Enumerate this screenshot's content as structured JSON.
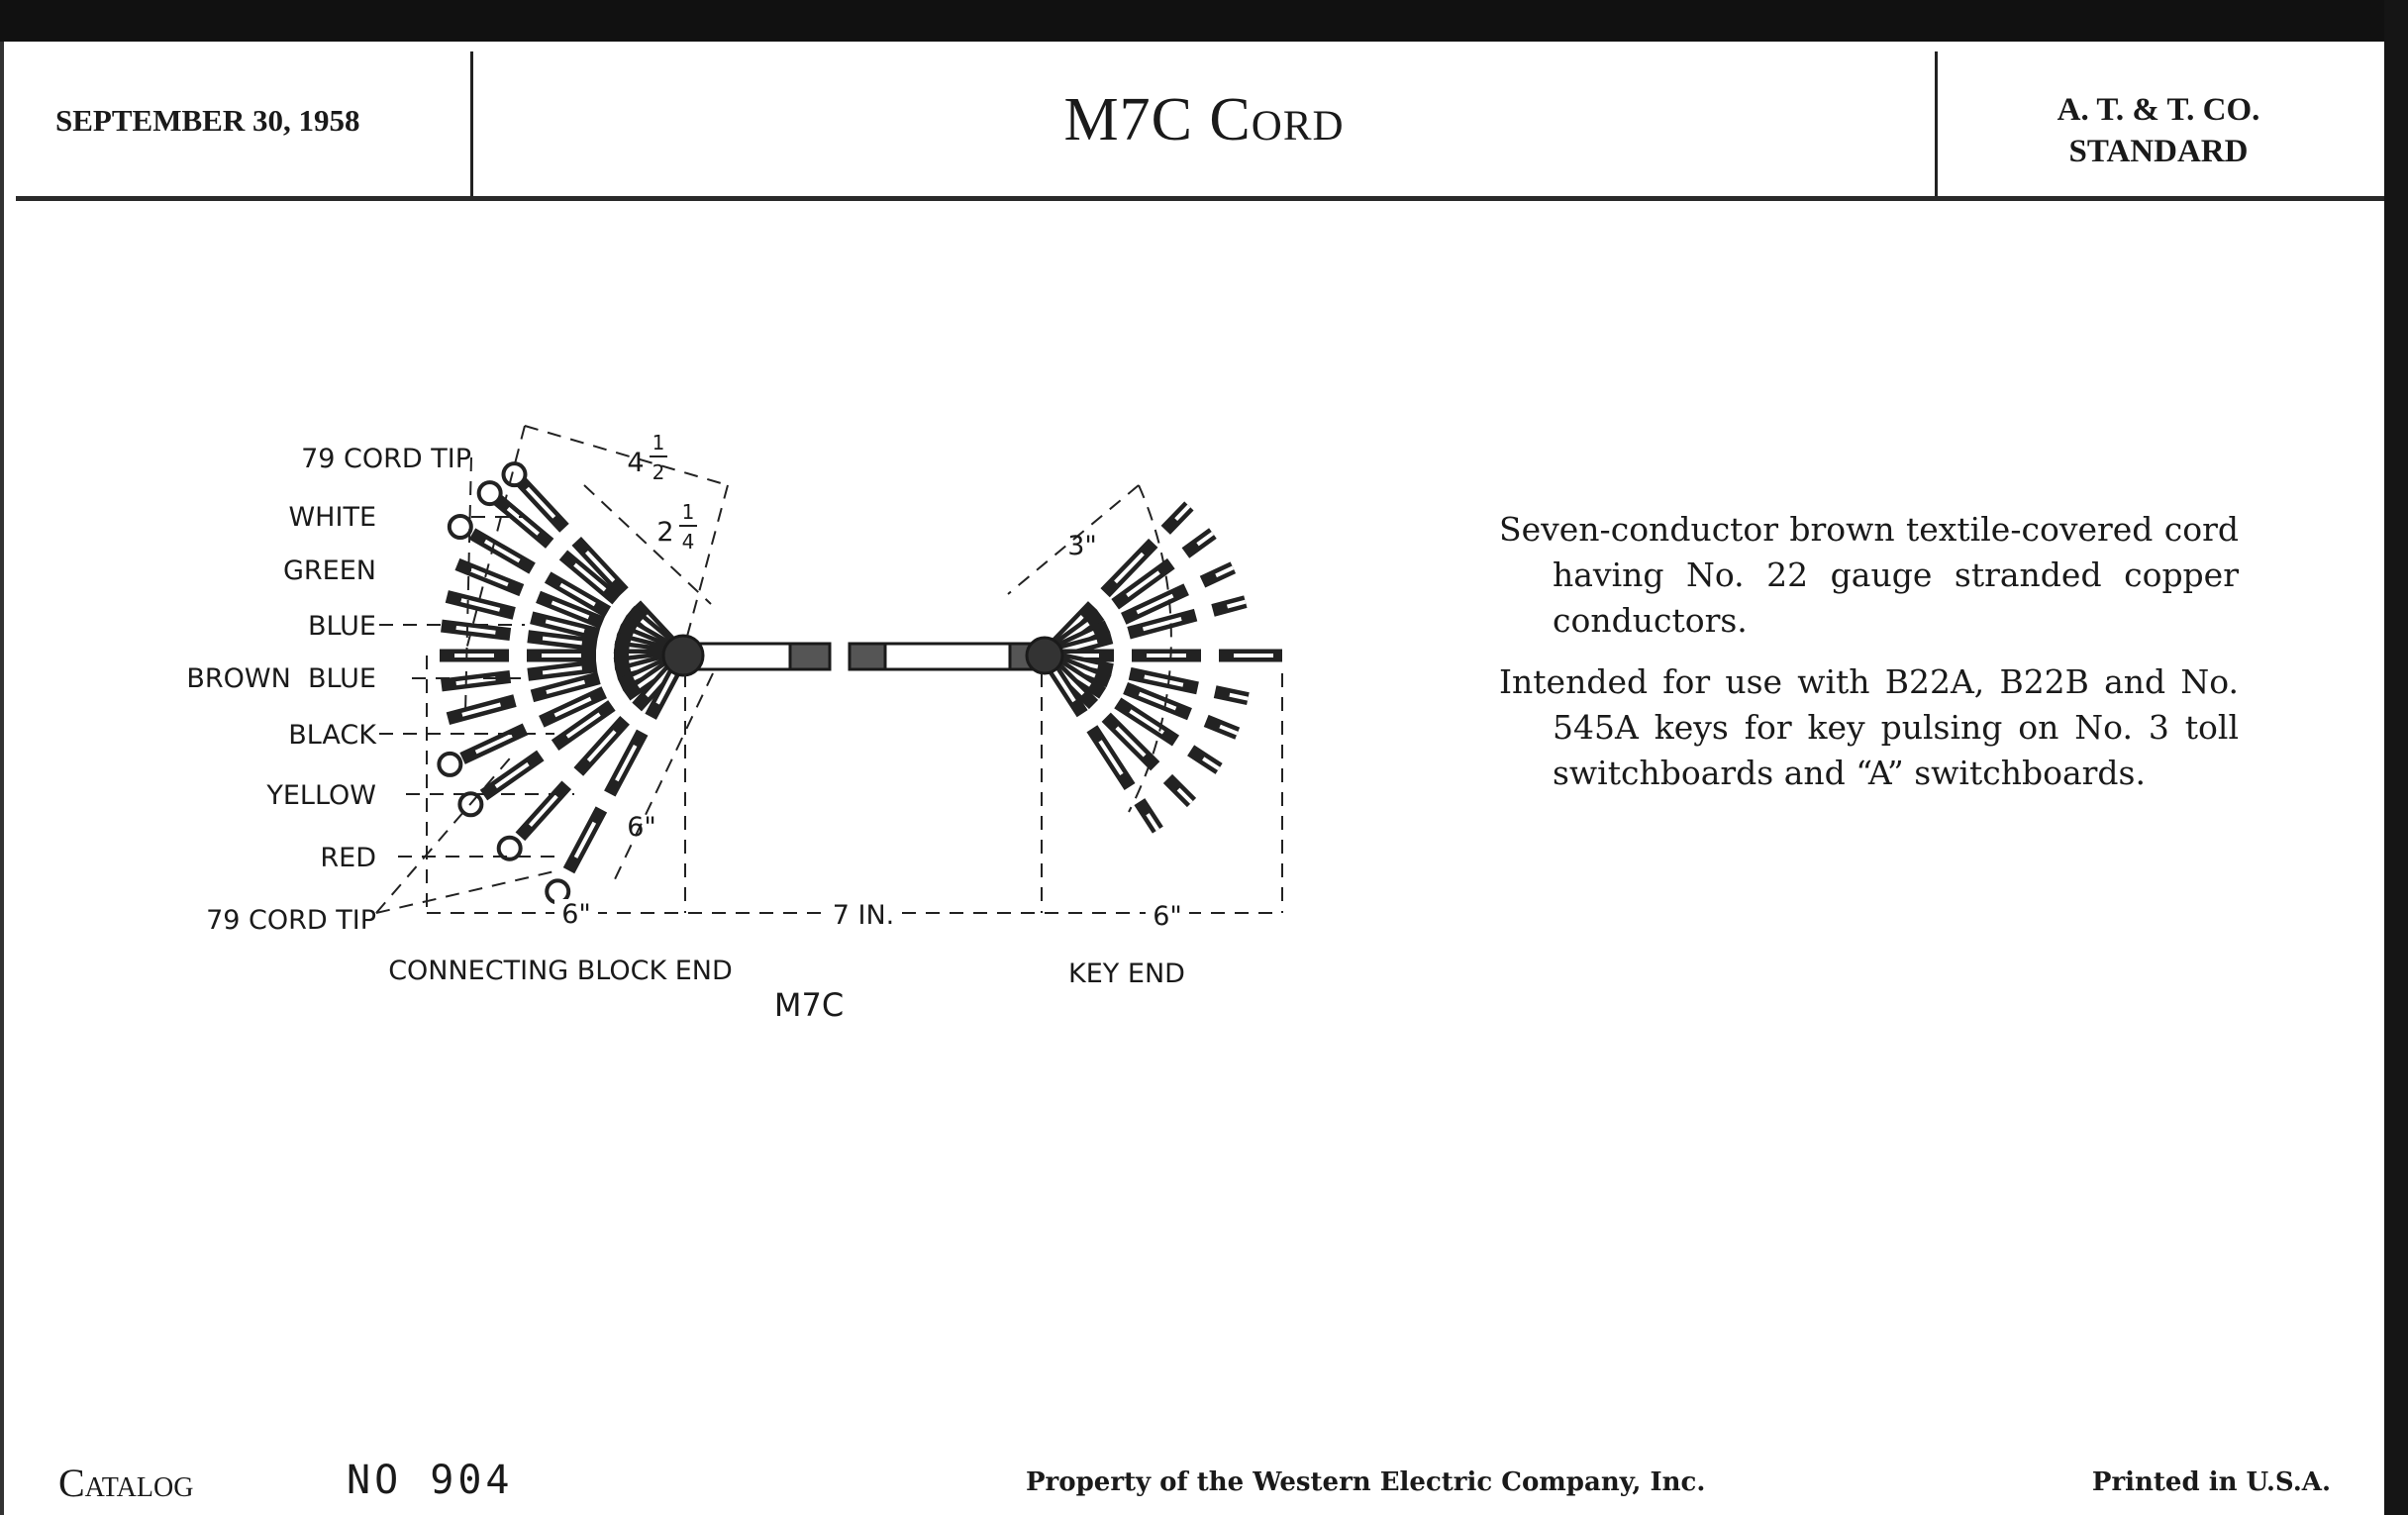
{
  "header": {
    "date": "SEPTEMBER 30, 1958",
    "title": "M7C Cord",
    "org_line1": "A. T. & T. CO.",
    "org_line2": "STANDARD"
  },
  "diagram": {
    "labels": {
      "tip_top": "79 CORD TIP",
      "white": "WHITE",
      "green": "GREEN",
      "blue": "BLUE",
      "brown_blue": "BROWN  BLUE",
      "black": "BLACK",
      "yellow": "YELLOW",
      "red": "RED",
      "tip_bottom": "79 CORD TIP"
    },
    "dimensions": {
      "left_length": "6\"",
      "middle_length": "7 IN.",
      "right_length": "6\"",
      "fan_outer_whole": "4",
      "fan_outer_frac_num": "1",
      "fan_outer_frac_den": "2",
      "fan_inner_whole": "2",
      "fan_inner_frac_num": "1",
      "fan_inner_frac_den": "4",
      "lower_lead": "6\"",
      "key_fan": "3\""
    },
    "end_labels": {
      "left": "CONNECTING BLOCK END",
      "right": "KEY END"
    },
    "caption": "M7C"
  },
  "description": {
    "p1": "Seven-conductor brown textile-covered cord having No. 22 gauge stranded copper conductors.",
    "p2": "Intended for use with B22A, B22B and No. 545A keys for key pulsing on No. 3 toll switchboards and “A” switchboards."
  },
  "footer": {
    "catalog": "Catalog",
    "catalog_no": "NO 904",
    "property": "Property of the Western Electric Company, Inc.",
    "printed": "Printed in U.S.A."
  }
}
